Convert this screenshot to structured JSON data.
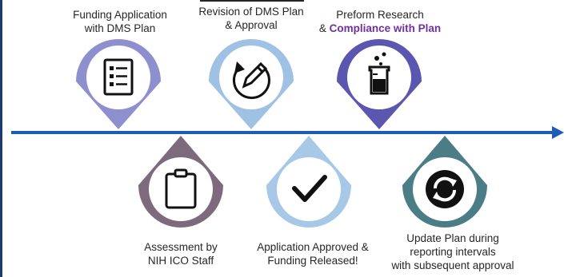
{
  "colors": {
    "timeline": "#1f5cb7",
    "left_border": "#1f3a73",
    "pin_purple_light": "#8e8fcf",
    "pin_blue_light": "#9fc1e3",
    "pin_purple_dark": "#5b56b0",
    "pin_gray_purple": "#7d6b7d",
    "pin_light_blue": "#a7c8e6",
    "pin_teal": "#4b7d86",
    "highlight": "#7030a0"
  },
  "steps": [
    {
      "id": "funding",
      "label_line1": "Funding Application",
      "label_line2": "with DMS Plan",
      "icon": "checklist-icon"
    },
    {
      "id": "revision",
      "label_line1": "Revision of DMS Plan",
      "label_line2": "& Approval",
      "icon": "edit-cycle-icon"
    },
    {
      "id": "research",
      "label_line1": "Preform Research",
      "label_prefix": "& ",
      "label_highlight": "Compliance with Plan",
      "icon": "beaker-icon"
    },
    {
      "id": "assessment",
      "label_line1": "Assessment by",
      "label_line2": "NIH ICO Staff",
      "icon": "clipboard-icon"
    },
    {
      "id": "approved",
      "label_line1": "Application Approved &",
      "label_line2": "Funding Released!",
      "icon": "checkmark-icon"
    },
    {
      "id": "update",
      "label_line1": "Update Plan during",
      "label_line2": "reporting intervals",
      "label_line3": "with subsequent approval",
      "icon": "refresh-icon"
    }
  ]
}
